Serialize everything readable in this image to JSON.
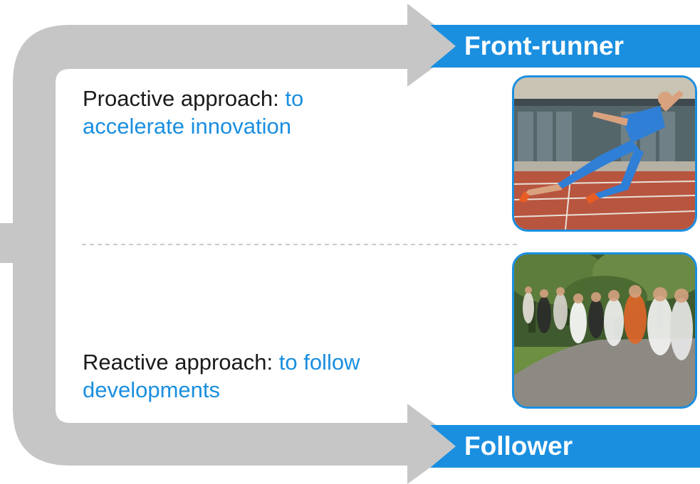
{
  "colors": {
    "accent": "#1a8fe0",
    "arrow": "#c6c6c6",
    "text": "#1a1a1a",
    "divider": "#b8b8b8"
  },
  "top_box": {
    "label": "Front-runner",
    "approach_label": "Proactive approach:",
    "approach_goal": "to accelerate innovation"
  },
  "bottom_box": {
    "label": "Follower",
    "approach_label": "Reactive approach:",
    "approach_goal": "to follow developments"
  },
  "images": {
    "top": "sprinter-photo",
    "bottom": "joggers-photo"
  }
}
